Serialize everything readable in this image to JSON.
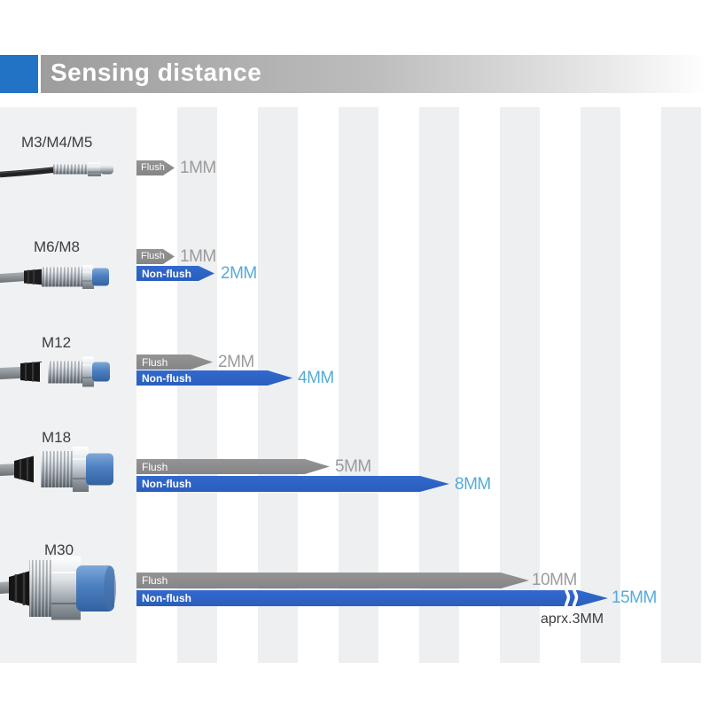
{
  "header": {
    "title": "Sensing distance"
  },
  "colors": {
    "accent_blue": "#2273c6",
    "flush_bar_gray": "#8a8a8a",
    "non_flush_bar_blue": "#2e63c5",
    "flush_value_text": "#9b9b9b",
    "non_flush_value_text": "#56abd8"
  },
  "chart_data": {
    "type": "bar",
    "title": "Sensing distance",
    "unit": "MM",
    "orientation": "horizontal",
    "legend_position": "in-bar labels",
    "grid": "vertical background stripes, unlabeled",
    "series_labels": {
      "flush": "Flush",
      "non_flush": "Non-flush"
    },
    "rows": [
      {
        "model": "M3/M4/M5",
        "flush_mm": 1,
        "flush_label": "1MM"
      },
      {
        "model": "M6/M8",
        "flush_mm": 1,
        "flush_label": "1MM",
        "non_flush_mm": 2,
        "non_flush_label": "2MM"
      },
      {
        "model": "M12",
        "flush_mm": 2,
        "flush_label": "2MM",
        "non_flush_mm": 4,
        "non_flush_label": "4MM"
      },
      {
        "model": "M18",
        "flush_mm": 5,
        "flush_label": "5MM",
        "non_flush_mm": 8,
        "non_flush_label": "8MM"
      },
      {
        "model": "M30",
        "flush_mm": 10,
        "flush_label": "10MM",
        "non_flush_mm": 15,
        "non_flush_label": "15MM",
        "axis_break": true,
        "break_note": "aprx.3MM"
      }
    ]
  }
}
